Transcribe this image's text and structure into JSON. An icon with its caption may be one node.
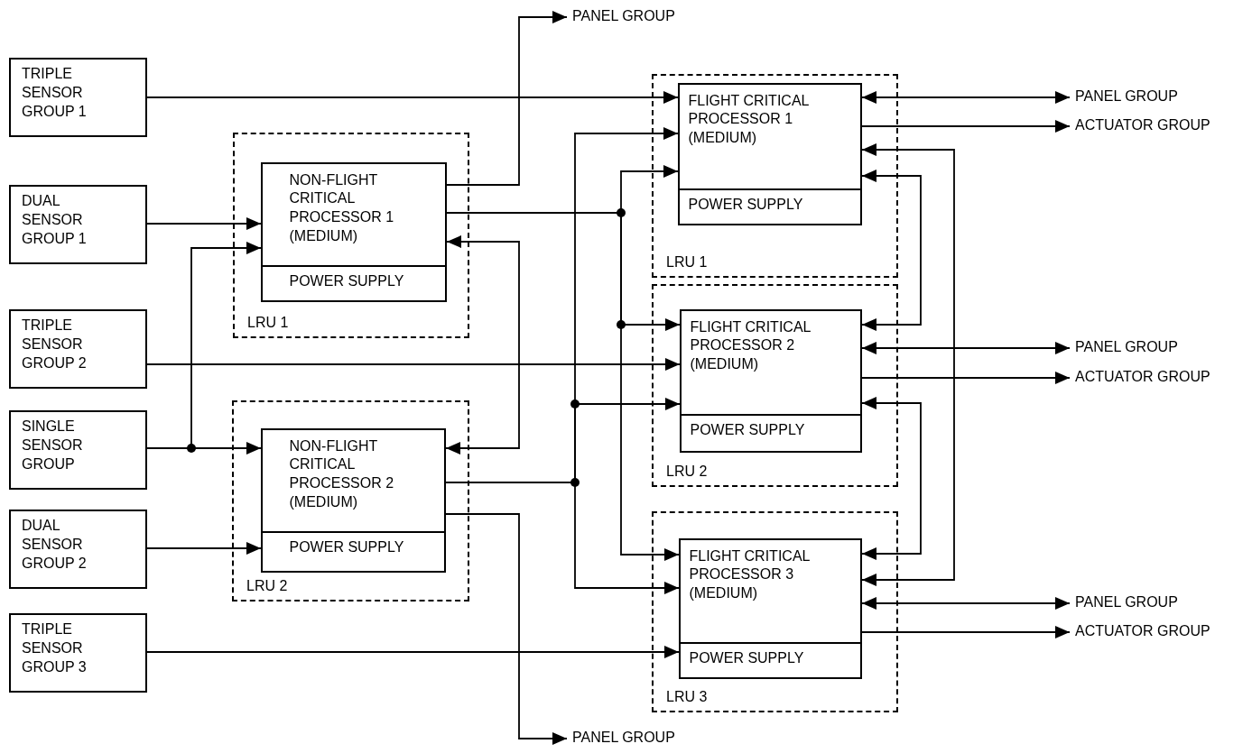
{
  "diagram": {
    "nodes": [
      {
        "text": [
          "TRIPLE SENSOR GROUP 1"
        ]
      },
      {
        "text": [
          "DUAL SENSOR GROUP 1"
        ]
      },
      {
        "text": [
          "TRIPLE SENSOR GROUP 2"
        ]
      },
      {
        "text": [
          "SINGLE SENSOR GROUP"
        ]
      },
      {
        "text": [
          "DUAL SENSOR GROUP 2"
        ]
      },
      {
        "text": [
          "TRIPLE SENSOR GROUP 3"
        ]
      },
      {
        "text": [
          "LRU 1"
        ]
      },
      {
        "text": [
          "NON-FLIGHT CRITICAL PROCESSOR 1 (MEDIUM)",
          "POWER SUPPLY"
        ],
        "in": 6
      },
      {
        "text": [
          "LRU 2"
        ]
      },
      {
        "text": [
          "NON-FLIGHT CRITICAL PROCESSOR 2 (MEDIUM)",
          "POWER SUPPLY"
        ],
        "in": 8
      },
      {
        "text": [
          "LRU 1"
        ]
      },
      {
        "text": [
          "FLIGHT CRITICAL PROCESSOR 1 (MEDIUM)",
          "POWER SUPPLY"
        ],
        "in": 10
      },
      {
        "text": [
          "LRU 2"
        ]
      },
      {
        "text": [
          "FLIGHT CRITICAL PROCESSOR 2 (MEDIUM)",
          "POWER SUPPLY"
        ],
        "in": 12
      },
      {
        "text": [
          "LRU 3"
        ]
      },
      {
        "text": [
          "FLIGHT CRITICAL PROCESSOR 3 (MEDIUM)",
          "POWER SUPPLY"
        ],
        "in": 14
      },
      {
        "text": [
          "PANEL GROUP"
        ]
      },
      {
        "text": [
          "PANEL GROUP"
        ]
      },
      {
        "text": [
          "PANEL GROUP"
        ]
      },
      {
        "text": [
          "ACTUATOR GROUP"
        ]
      },
      {
        "text": [
          "PANEL GROUP"
        ]
      },
      {
        "text": [
          "ACTUATOR GROUP"
        ]
      },
      {
        "text": [
          "PANEL GROUP"
        ]
      },
      {
        "text": [
          "ACTUATOR GROUP"
        ]
      }
    ],
    "edges": [
      {
        "from": 0,
        "to": 11,
        "arrow": "to"
      },
      {
        "from": 1,
        "to": 7,
        "arrow": "to"
      },
      {
        "from": 2,
        "to": 13,
        "arrow": "to"
      },
      {
        "from": 3,
        "to": 7,
        "arrow": "to"
      },
      {
        "from": 3,
        "to": 9,
        "arrow": "to"
      },
      {
        "from": 4,
        "to": 9,
        "arrow": "to"
      },
      {
        "from": 5,
        "to": 15,
        "arrow": "to"
      },
      {
        "from": 7,
        "to": 16,
        "arrow": "to"
      },
      {
        "from": 7,
        "to": 11,
        "arrow": "to"
      },
      {
        "from": 7,
        "to": 13,
        "arrow": "to"
      },
      {
        "from": 7,
        "to": 15,
        "arrow": "to"
      },
      {
        "from": 7,
        "to": 9,
        "arrow": "both"
      },
      {
        "from": 9,
        "to": 11,
        "arrow": "to"
      },
      {
        "from": 9,
        "to": 13,
        "arrow": "to"
      },
      {
        "from": 9,
        "to": 15,
        "arrow": "to"
      },
      {
        "from": 9,
        "to": 17,
        "arrow": "to"
      },
      {
        "from": 11,
        "to": 18,
        "arrow": "both"
      },
      {
        "from": 11,
        "to": 19,
        "arrow": "to"
      },
      {
        "from": 11,
        "to": 15,
        "arrow": "both"
      },
      {
        "from": 11,
        "to": 13,
        "arrow": "both"
      },
      {
        "from": 13,
        "to": 20,
        "arrow": "both"
      },
      {
        "from": 13,
        "to": 21,
        "arrow": "to"
      },
      {
        "from": 13,
        "to": 15,
        "arrow": "both"
      },
      {
        "from": 15,
        "to": 22,
        "arrow": "both"
      },
      {
        "from": 15,
        "to": 23,
        "arrow": "to"
      }
    ]
  }
}
